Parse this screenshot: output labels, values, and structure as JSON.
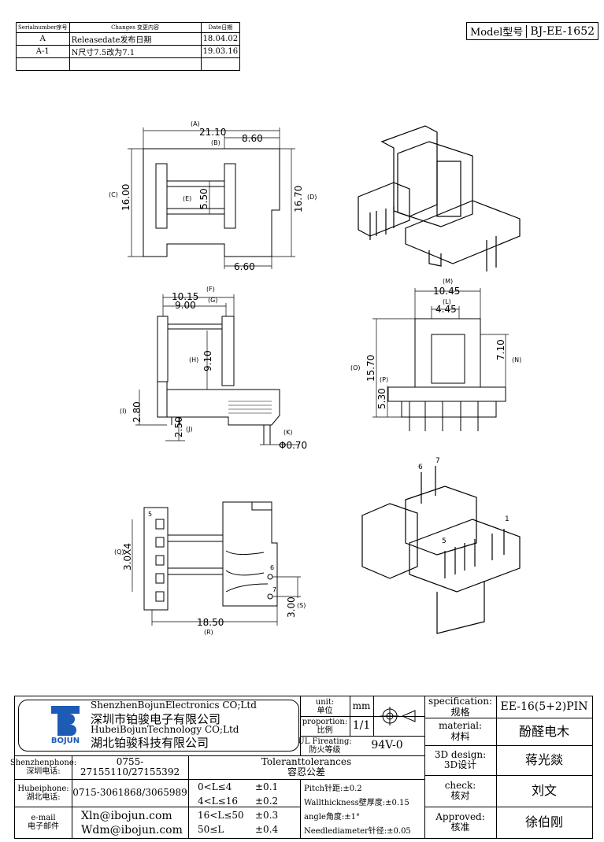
{
  "revision_table": {
    "headers": [
      "Serialnumber序号",
      "Changes 变更内容",
      "Date日期"
    ],
    "rows": [
      [
        "A",
        "Releasedate发布日期",
        "18.04.02"
      ],
      [
        "A-1",
        "N尺寸7.5改为7.1",
        "19.03.16"
      ],
      [
        "",
        "",
        ""
      ]
    ]
  },
  "model": {
    "label": "Model型号",
    "value": "BJ-EE-1652"
  },
  "views": {
    "top": {
      "dims": [
        "21.10",
        "8.60",
        "16.00",
        "5.50",
        "16.70",
        "6.60"
      ],
      "letters": [
        "(A)",
        "(B)",
        "(C)",
        "(E)",
        "(D)"
      ]
    },
    "side": {
      "dims": [
        "10.15",
        "9.00",
        "9.10",
        "2.80",
        "2.50",
        "Φ0.70"
      ],
      "letters": [
        "(F)",
        "(G)",
        "(H)",
        "(I)",
        "(J)",
        "(K)"
      ]
    },
    "front": {
      "dims": [
        "10.45",
        "4.45",
        "15.70",
        "7.10",
        "5.30"
      ],
      "letters": [
        "(M)",
        "(L)",
        "(O)",
        "(N)",
        "(P)"
      ]
    },
    "bottom": {
      "dims": [
        "3.0X4",
        "18.50",
        "3.00"
      ],
      "letters": [
        "(Q)",
        "(R)",
        "(S)"
      ],
      "pins": [
        "5",
        "6",
        "7"
      ]
    },
    "iso_pins": [
      "6",
      "7",
      "5",
      "1"
    ]
  },
  "title_block": {
    "company_en1": "ShenzhenBojunElectronics CO;Ltd",
    "company_cn1": "深圳市铂骏电子有限公司",
    "company_en2": "HubeiBojunTechnology CO;Ltd",
    "company_cn2": "湖北铂骏科技有限公司",
    "logo": "BOJUN",
    "unit_label": "unit:\n单位",
    "unit_value": "mm",
    "proportion_label": "proportion:\n比例",
    "proportion_value": "1/1",
    "ul_label": "UL Fireating:\n防火等级",
    "ul_value": "94V-0",
    "spec_label": "specification:\n规格",
    "spec_value": "EE-16(5+2)PIN",
    "material_label": "material:\n材料",
    "material_value": "酚醛电木",
    "design_label": "3D design:\n3D设计",
    "design_value": "蒋光燚",
    "check_label": "check:\n核对",
    "check_value": "刘文",
    "approved_label": "Approved:\n核准",
    "approved_value": "徐伯刚",
    "sz_phone_label": "Shenzhenphone:\n深圳电话:",
    "sz_phone": "0755-27155110/27155392",
    "hb_phone_label": "Hubeiphone:\n湖北电话:",
    "hb_phone": "0715-3061868/3065989",
    "email_label": "e-mail\n电子邮件",
    "email1": "Xln@ibojun.com",
    "email2": "Wdm@ibojun.com",
    "tolerance_title": "Toleranttolerances\n容忍公差",
    "tolerances": [
      [
        "0<L≤4",
        "±0.1"
      ],
      [
        "4<L≤16",
        "±0.2"
      ],
      [
        "16<L≤50",
        "±0.3"
      ],
      [
        "50≤L",
        "±0.4"
      ]
    ],
    "notes": [
      "Pitch针距:±0.2",
      "Wallthickness壁厚度:±0.15",
      "angle角度:±1°",
      "Needlediameter针径:±0.05"
    ]
  }
}
